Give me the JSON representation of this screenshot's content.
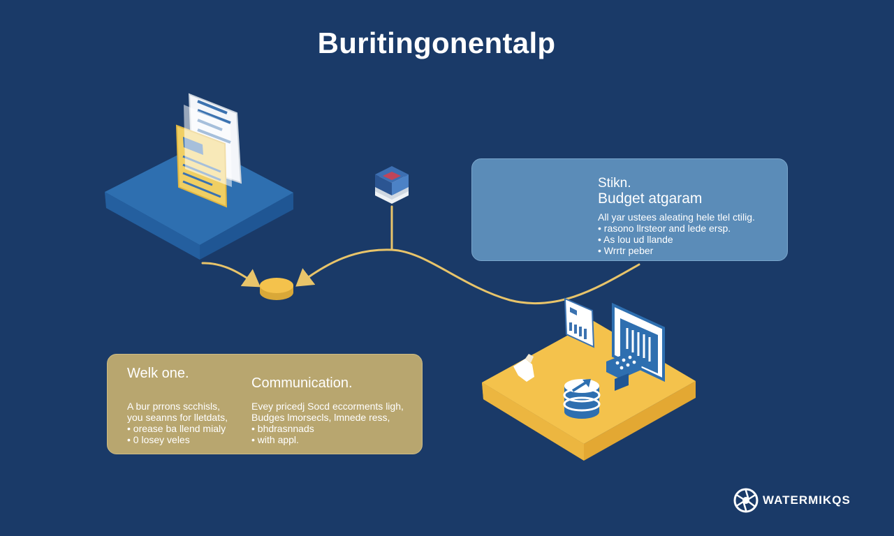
{
  "title": "Buritingonentalp",
  "budget_card": {
    "eyebrow": "Stikn.",
    "heading": "Budget atgaram",
    "lines": [
      "All yar ustees aleating hele tlel ctilig.",
      "• rasono llrsteor and lede ersp.",
      "• As lou ud llande",
      "• Wrrtr peber"
    ]
  },
  "communication_card": {
    "left_heading": "Welk one.",
    "right_heading": "Communication.",
    "left_lines": [
      "A bur prrons scchisls,",
      "you seanns for lletdats,",
      "• orease ba llend mialy",
      "• 0 losey veles"
    ],
    "right_lines": [
      "Evey pricedj Socd eccorments ligh,",
      "Budges lmorsecls, lmnede ress,",
      "• bhdrasnnads",
      "• with appl."
    ]
  },
  "watermark": {
    "text": "WATERMIKQS",
    "icon": "aperture-logo-icon"
  },
  "colors": {
    "background": "#1a3a68",
    "platform_blue": "#2e6fb0",
    "platform_yellow": "#f4c24c",
    "connector": "#e8c46a",
    "card_blue": "#5b8cb8",
    "card_tan": "#b8a66f"
  }
}
